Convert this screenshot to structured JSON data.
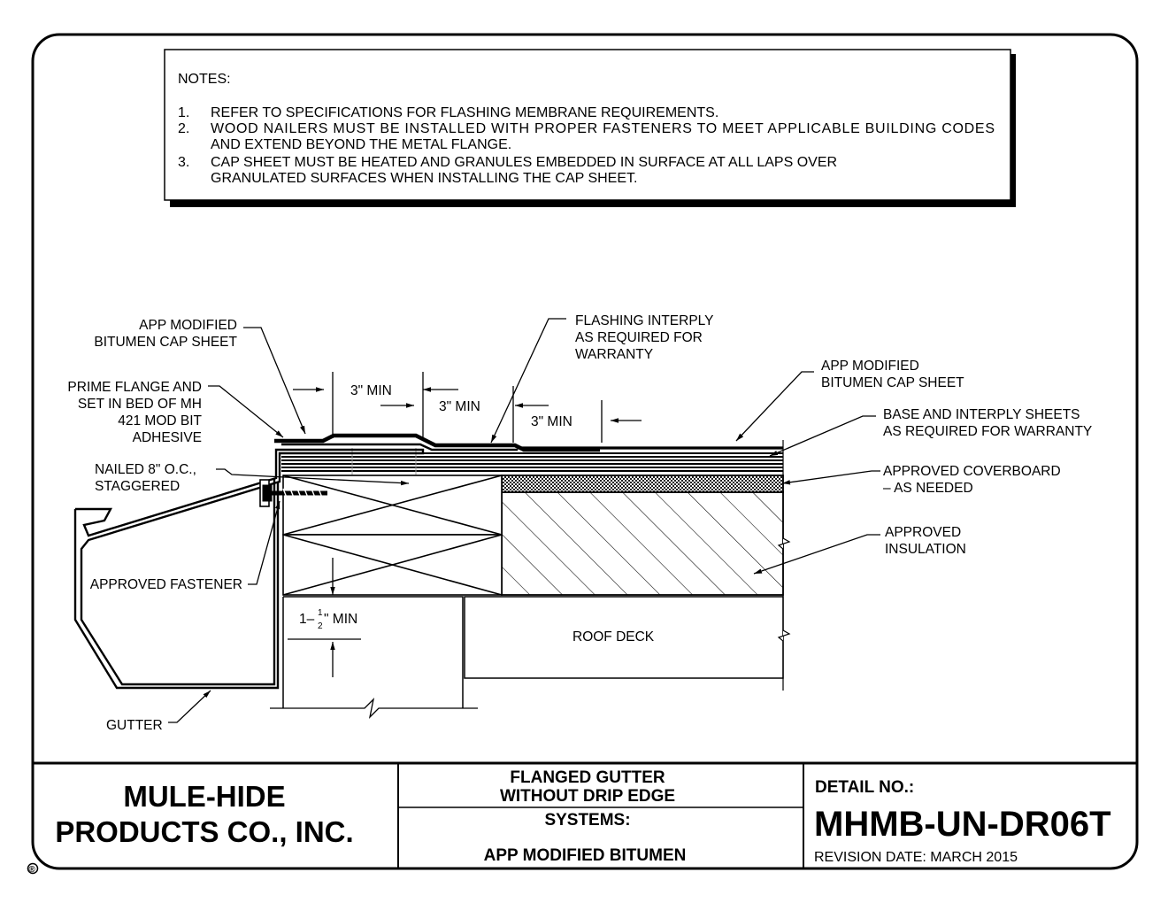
{
  "notes": {
    "heading": "NOTES:",
    "items": [
      {
        "num": "1.",
        "lines": [
          "REFER TO SPECIFICATIONS FOR FLASHING MEMBRANE REQUIREMENTS."
        ]
      },
      {
        "num": "2.",
        "lines": [
          "WOOD NAILERS MUST BE INSTALLED WITH PROPER FASTENERS TO MEET APPLICABLE BUILDING CODES",
          "AND EXTEND BEYOND THE METAL FLANGE."
        ]
      },
      {
        "num": "3.",
        "lines": [
          "CAP SHEET MUST BE HEATED AND GRANULES EMBEDDED IN SURFACE AT ALL LAPS OVER",
          "GRANULATED SURFACES WHEN INSTALLING THE CAP SHEET."
        ]
      }
    ]
  },
  "callouts": {
    "app_cap_left": [
      "APP MODIFIED",
      "BITUMEN CAP SHEET"
    ],
    "prime_flange": [
      "PRIME FLANGE AND",
      "SET IN BED OF MH",
      "421 MOD BIT",
      "ADHESIVE"
    ],
    "nailed": [
      "NAILED 8\" O.C.,",
      "STAGGERED"
    ],
    "fastener": "APPROVED FASTENER",
    "gutter": "GUTTER",
    "flashing_interply": [
      "FLASHING INTERPLY",
      "AS REQUIRED FOR",
      "WARRANTY"
    ],
    "app_cap_right": [
      "APP MODIFIED",
      "BITUMEN CAP SHEET"
    ],
    "base_interply": [
      "BASE AND INTERPLY SHEETS",
      "AS REQUIRED FOR WARRANTY"
    ],
    "coverboard": [
      "APPROVED COVERBOARD",
      "– AS NEEDED"
    ],
    "insulation": [
      "APPROVED",
      "INSULATION"
    ],
    "roof_deck": "ROOF DECK"
  },
  "dimensions": {
    "d1": "3\" MIN",
    "d2": "3\" MIN",
    "d3": "3\" MIN",
    "nailer_min_pre": "1–",
    "nailer_min_num": "1",
    "nailer_min_den": "2",
    "nailer_min_post": "\" MIN"
  },
  "title_block": {
    "company_line1": "MULE-HIDE",
    "company_line2": "PRODUCTS CO., INC.",
    "title_line1": "FLANGED GUTTER",
    "title_line2": "WITHOUT DRIP EDGE",
    "systems_label": "SYSTEMS:",
    "systems_value": "APP MODIFIED BITUMEN",
    "detail_label": "DETAIL NO.:",
    "detail_number": "MHMB-UN-DR06T",
    "revision": "REVISION DATE: MARCH 2015",
    "registered_mark": "®"
  }
}
